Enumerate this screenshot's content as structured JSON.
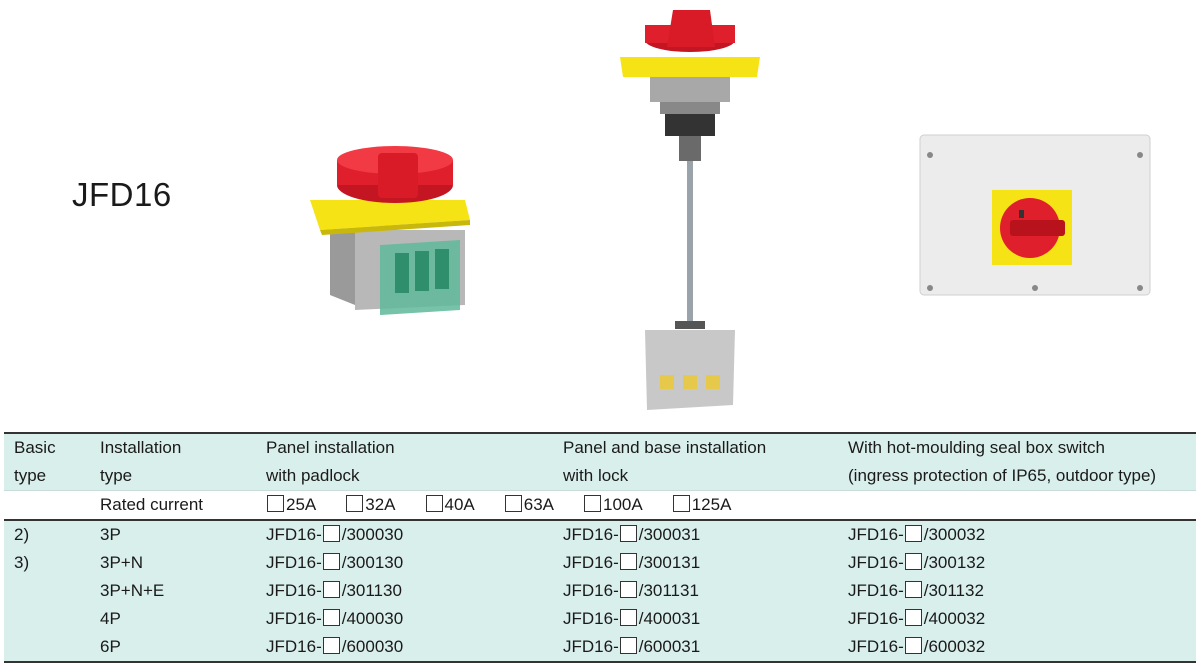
{
  "model": "JFD16",
  "colors": {
    "red": "#e01f2c",
    "yellow": "#f6e315",
    "teal_bg": "#d9efec"
  },
  "table": {
    "headers": {
      "basic": [
        "Basic",
        "type"
      ],
      "installation": [
        "Installation",
        "type"
      ],
      "panel_padlock": [
        "Panel installation",
        "with padlock"
      ],
      "panel_base_lock": [
        "Panel and base installation",
        "with lock"
      ],
      "seal_box": [
        "With hot-moulding seal box switch",
        "(ingress protection of IP65, outdoor type)"
      ]
    },
    "rated_current_label": "Rated current",
    "rated_currents": [
      "25A",
      "32A",
      "40A",
      "63A",
      "100A",
      "125A"
    ],
    "rows": [
      {
        "basic": "2)",
        "install": "3P",
        "padlock": [
          "JFD16-",
          "/300030"
        ],
        "base": [
          "JFD16-",
          "/300031"
        ],
        "seal": [
          "JFD16-",
          "/300032"
        ]
      },
      {
        "basic": "3)",
        "install": "3P+N",
        "padlock": [
          "JFD16-",
          "/300130"
        ],
        "base": [
          "JFD16-",
          "/300131"
        ],
        "seal": [
          "JFD16-",
          "/300132"
        ]
      },
      {
        "basic": "",
        "install": "3P+N+E",
        "padlock": [
          "JFD16-",
          "/301130"
        ],
        "base": [
          "JFD16-",
          "/301131"
        ],
        "seal": [
          "JFD16-",
          "/301132"
        ]
      },
      {
        "basic": "",
        "install": "4P",
        "padlock": [
          "JFD16-",
          "/400030"
        ],
        "base": [
          "JFD16-",
          "/400031"
        ],
        "seal": [
          "JFD16-",
          "/400032"
        ]
      },
      {
        "basic": "",
        "install": "6P",
        "padlock": [
          "JFD16-",
          "/600030"
        ],
        "base": [
          "JFD16-",
          "/600031"
        ],
        "seal": [
          "JFD16-",
          "/600032"
        ]
      }
    ]
  }
}
